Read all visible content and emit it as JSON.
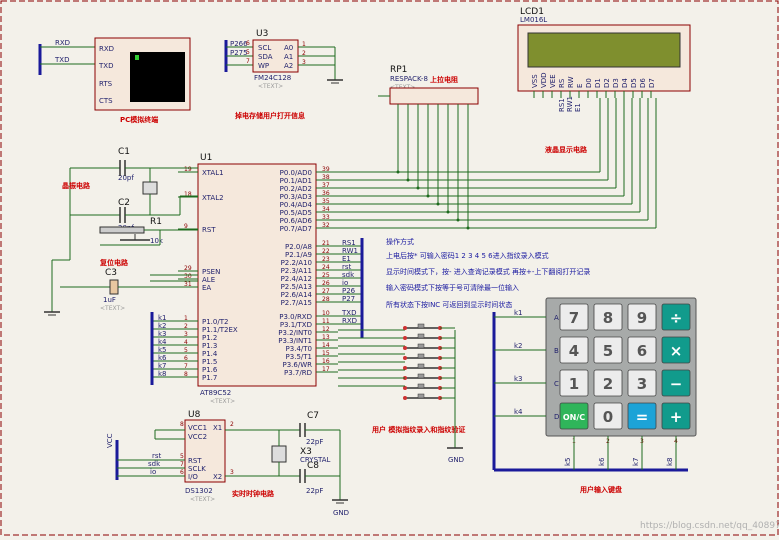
{
  "pc": {
    "rxd_label": "RXD",
    "txd_label": "TXD",
    "pin_rxd": "RXD",
    "pin_txd": "TXD",
    "pin_rts": "RTS",
    "pin_cts": "CTS",
    "caption": "PC模拟终端"
  },
  "u3": {
    "ref": "U3",
    "sig1": "P266",
    "sig2": "P275",
    "pin_scl": "SCL",
    "pin_sda": "SDA",
    "pin_wp": "WP",
    "pin_a0": "A0",
    "pin_a1": "A1",
    "pin_a2": "A2",
    "part": "FM24C128",
    "text": "<TEXT>",
    "caption": "掉电存储用户打开信息",
    "p6": "6",
    "p5": "5",
    "p7": "7",
    "p1": "1",
    "p2": "2",
    "p3": "3"
  },
  "rp1": {
    "ref": "RP1",
    "part": "RESPACK-8",
    "text": "<TEXT>",
    "caption": "上拉电阻"
  },
  "lcd": {
    "ref": "LCD1",
    "part": "LM016L",
    "caption": "液晶显示电路",
    "pins": [
      "VSS",
      "VDD",
      "VEE",
      "RS",
      "RW",
      "E",
      "D0",
      "D1",
      "D2",
      "D3",
      "D4",
      "D5",
      "D6",
      "D7"
    ],
    "side_labels": [
      "RS1",
      "RW1",
      "E1"
    ]
  },
  "u1": {
    "ref": "U1",
    "part": "AT89C52",
    "text": "<TEXT>",
    "left_pins": [
      [
        "19",
        "XTAL1"
      ],
      [
        "18",
        "XTAL2"
      ],
      [
        "9",
        "RST"
      ],
      [
        "29",
        "PSEN"
      ],
      [
        "30",
        "ALE"
      ],
      [
        "31",
        "EA"
      ],
      [
        "1",
        "P1.0/T2"
      ],
      [
        "2",
        "P1.1/T2EX"
      ],
      [
        "3",
        "P1.2"
      ],
      [
        "4",
        "P1.3"
      ],
      [
        "5",
        "P1.4"
      ],
      [
        "6",
        "P1.5"
      ],
      [
        "7",
        "P1.6"
      ],
      [
        "8",
        "P1.7"
      ]
    ],
    "right_pins": [
      [
        "39",
        "P0.0/AD0"
      ],
      [
        "38",
        "P0.1/AD1"
      ],
      [
        "37",
        "P0.2/AD2"
      ],
      [
        "36",
        "P0.3/AD3"
      ],
      [
        "35",
        "P0.4/AD4"
      ],
      [
        "34",
        "P0.5/AD5"
      ],
      [
        "33",
        "P0.6/AD6"
      ],
      [
        "32",
        "P0.7/AD7"
      ],
      [
        "21",
        "P2.0/A8"
      ],
      [
        "22",
        "P2.1/A9"
      ],
      [
        "23",
        "P2.2/A10"
      ],
      [
        "24",
        "P2.3/A11"
      ],
      [
        "25",
        "P2.4/A12"
      ],
      [
        "26",
        "P2.5/A13"
      ],
      [
        "27",
        "P2.6/A14"
      ],
      [
        "28",
        "P2.7/A15"
      ],
      [
        "10",
        "P3.0/RXD"
      ],
      [
        "11",
        "P3.1/TXD"
      ],
      [
        "12",
        "P3.2/INT0"
      ],
      [
        "13",
        "P3.3/INT1"
      ],
      [
        "14",
        "P3.4/T0"
      ],
      [
        "15",
        "P3.5/T1"
      ],
      [
        "16",
        "P3.6/WR"
      ],
      [
        "17",
        "P3.7/RD"
      ]
    ],
    "p2_signals": [
      "RS1",
      "RW1",
      "E1",
      "rst",
      "sdk",
      "io",
      "P26",
      "P27"
    ],
    "p3_signals": [
      "TXD",
      "RXD"
    ],
    "p1_signals": [
      "k1",
      "k2",
      "k3",
      "k4",
      "k5",
      "k6",
      "k7",
      "k8"
    ]
  },
  "osc": {
    "c1": "C1",
    "c1_val": "20pf",
    "c2": "C2",
    "c2_val": "20pf",
    "caption": "晶振电路"
  },
  "reset": {
    "r1": "R1",
    "r1_val": "10k",
    "caption": "复位电路",
    "c3": "C3",
    "c3_val": "1uF",
    "c3_text": "<TEXT>"
  },
  "notes": [
    "操作方式",
    "上电后按* 可输入密码1 2 3 4 5 6进入指纹录入模式",
    "显示时间模式下，按- 进入查询记录模式  再按+-上下翻阅打开记录",
    "输入密码模式下按等于号可清除最一位输入",
    "所有状态下按INC 可返回到显示时间状态"
  ],
  "buttons_caption": "用户   模拟指纹录入和指纹验证",
  "gnd": "GND",
  "keypad": {
    "row_labels": [
      "A",
      "B",
      "C",
      "D"
    ],
    "col_labels": [
      "1",
      "2",
      "3",
      "4"
    ],
    "row_signals": [
      "k1",
      "k2",
      "k3",
      "k4"
    ],
    "col_signals": [
      "k5",
      "k6",
      "k7",
      "k8"
    ],
    "keys": [
      [
        "7",
        "8",
        "9",
        "÷"
      ],
      [
        "4",
        "5",
        "6",
        "×"
      ],
      [
        "1",
        "2",
        "3",
        "−"
      ],
      [
        "ON/C",
        "0",
        "=",
        "+"
      ]
    ],
    "caption": "用户输入键盘"
  },
  "u8": {
    "ref": "U8",
    "vcc": "VCC",
    "pin_vcc1": "VCC1",
    "pin_vcc2": "VCC2",
    "pin_rst": "RST",
    "pin_sclk": "SCLK",
    "pin_io": "I/O",
    "pin_x1": "X1",
    "pin_x2": "X2",
    "part": "DS1302",
    "text": "<TEXT>",
    "caption": "实时时钟电路",
    "sig_rst": "rst",
    "sig_sdk": "sdk",
    "sig_io": "io",
    "p8": "8",
    "p5": "5",
    "p7": "7",
    "p6": "6",
    "p2": "2",
    "p3": "3"
  },
  "rtc": {
    "c7": "C7",
    "c7_val": "22pF",
    "x3": "X3",
    "x3_val": "CRYSTAL",
    "c8": "C8",
    "c8_val": "22pF"
  },
  "watermark": "https://blog.csdn.net/qq_40897"
}
